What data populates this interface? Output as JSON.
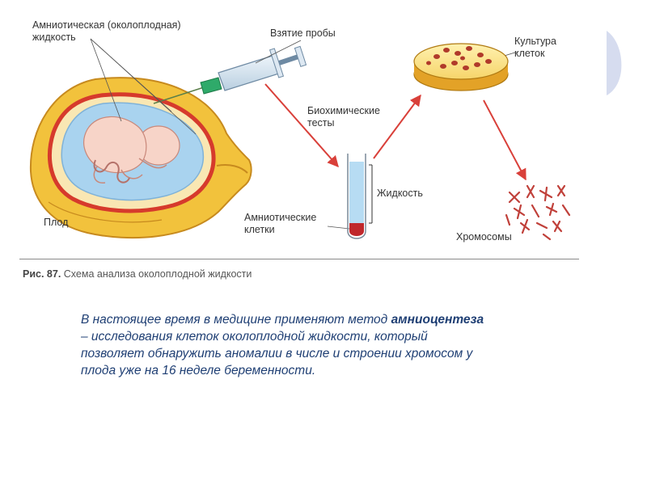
{
  "labels": {
    "amniotic_fluid": [
      "Амниотическая (околоплодная)",
      "жидкость"
    ],
    "sampling": "Взятие пробы",
    "culture": [
      "Культура",
      "клеток"
    ],
    "biochem": [
      "Биохимические",
      "тесты"
    ],
    "fluid": "Жидкость",
    "amniotic_cells": [
      "Амниотические",
      "клетки"
    ],
    "fetus": "Плод",
    "chromosomes": "Хромосомы"
  },
  "caption": {
    "number": "Рис. 87.",
    "text": "Схема анализа околоплодной жидкости"
  },
  "paragraph": {
    "part1": "В настоящее время в медицине применяют метод ",
    "term": "амниоцентеза",
    "part2": "– исследования клеток околоплодной жидкости, который",
    "part3": "позволяет обнаружить аномалии в числе и строении хромосом у",
    "part4": "плода уже на 16 неделе беременности."
  },
  "colors": {
    "uterus_fill": "#f2c23c",
    "uterus_edge": "#c78a1e",
    "uterine_wall": "#d63a2c",
    "amniotic_sac": "#a9d3ef",
    "fetus": "#f7d4c8",
    "arrow": "#d9403a",
    "cell_dots": "#b03a2a",
    "tube_fluid": "#b7dcf3",
    "tube_cells": "#c0282c",
    "text_blue": "#1f3f74"
  }
}
